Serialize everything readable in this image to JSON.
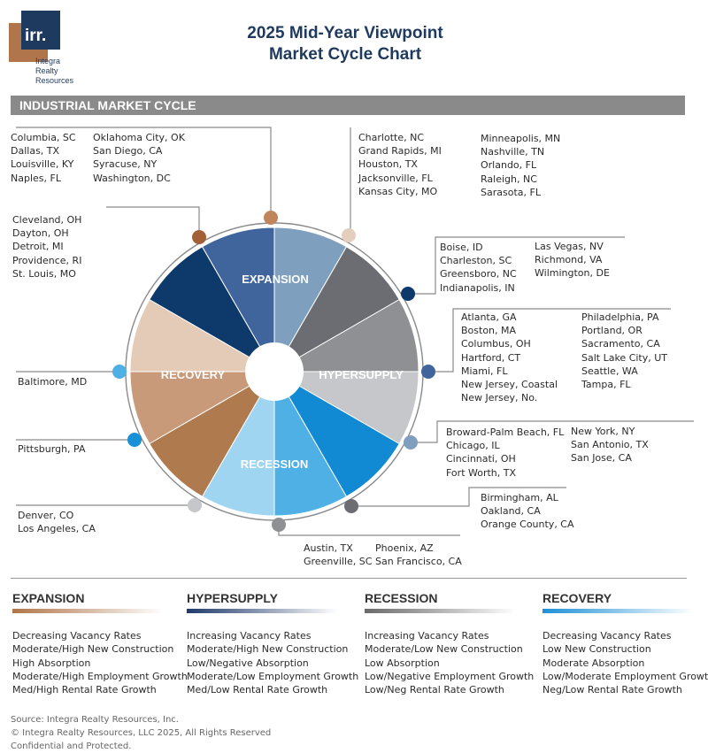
{
  "logo": {
    "mark": "irr.",
    "lines": [
      "Integra",
      "Realty",
      "Resources"
    ]
  },
  "header": {
    "title_line1": "2025 Mid-Year Viewpoint",
    "title_line2": "Market Cycle Chart"
  },
  "banner": "INDUSTRIAL MARKET CYCLE",
  "phase_labels": {
    "expansion": "EXPANSION",
    "hypersupply": "HYPERSUPPLY",
    "recession": "RECESSION",
    "recovery": "RECOVERY"
  },
  "market_groups": {
    "top_left_a": [
      "Columbia, SC",
      "Dallas, TX",
      "Louisville, KY",
      "Naples, FL"
    ],
    "top_left_b": [
      "Oklahoma City, OK",
      "San Diego, CA",
      "Syracuse, NY",
      "Washington, DC"
    ],
    "top_right_a": [
      "Charlotte, NC",
      "Grand Rapids, MI",
      "Houston, TX",
      "Jacksonville, FL",
      "Kansas City, MO"
    ],
    "top_right_b": [
      "Minneapolis, MN",
      "Nashville, TN",
      "Orlando, FL",
      "Raleigh, NC",
      "Sarasota, FL"
    ],
    "left_mid": [
      "Cleveland, OH",
      "Dayton, OH",
      "Detroit, MI",
      "Providence, RI",
      "St. Louis, MO"
    ],
    "right_1a": [
      "Boise, ID",
      "Charleston, SC",
      "Greensboro, NC",
      "Indianapolis, IN"
    ],
    "right_1b": [
      "Las Vegas, NV",
      "Richmond, VA",
      "Wilmington, DE"
    ],
    "right_2a": [
      "Atlanta, GA",
      "Boston, MA",
      "Columbus, OH",
      "Hartford, CT",
      "Miami, FL",
      "New Jersey, Coastal",
      "New Jersey, No."
    ],
    "right_2b": [
      "Philadelphia, PA",
      "Portland, OR",
      "Sacramento, CA",
      "Salt Lake City, UT",
      "Seattle, WA",
      "Tampa, FL"
    ],
    "left_baltimore": [
      "Baltimore, MD"
    ],
    "left_pittsburgh": [
      "Pittsburgh, PA"
    ],
    "right_3a": [
      "Broward-Palm Beach, FL",
      "Chicago, IL",
      "Cincinnati, OH",
      "Fort Worth, TX"
    ],
    "right_3b": [
      "New York, NY",
      "San Antonio, TX",
      "San Jose, CA"
    ],
    "right_4": [
      "Birmingham, AL",
      "Oakland, CA",
      "Orange County, CA"
    ],
    "left_bottom": [
      "Denver, CO",
      "Los Angeles, CA"
    ],
    "bottom_a": [
      "Austin, TX",
      "Greenville, SC"
    ],
    "bottom_b": [
      "Phoenix, AZ",
      "San Francisco, CA"
    ]
  },
  "legend": [
    {
      "name": "EXPANSION",
      "color": "#b0754a",
      "items": [
        "Decreasing Vacancy Rates",
        "Moderate/High New Construction",
        "High Absorption",
        "Moderate/High Employment Growth",
        "Med/High Rental Rate Growth"
      ]
    },
    {
      "name": "HYPERSUPPLY",
      "color": "#1f3a6b",
      "items": [
        "Increasing Vacancy Rates",
        "Moderate/High New Construction",
        "Low/Negative Absorption",
        "Moderate/Low Employment Growth",
        "Med/Low Rental Rate Growth"
      ]
    },
    {
      "name": "RECESSION",
      "color": "#6a6a6a",
      "items": [
        "Increasing Vacancy Rates",
        "Moderate/Low New Construction",
        "Low Absorption",
        "Low/Negative Employment Growth",
        "Low/Neg Rental Rate Growth"
      ]
    },
    {
      "name": "RECOVERY",
      "color": "#1e90d6",
      "items": [
        "Decreasing Vacancy Rates",
        "Low New Construction",
        "Moderate Absorption",
        "Low/Moderate Employment Growth",
        "Neg/Low Rental Rate Growth"
      ]
    }
  ],
  "footer": [
    "Source: Integra Realty Resources, Inc.",
    "© Integra Realty Resources, LLC 2025, All Rights Reserved",
    "Confidential and Protected."
  ],
  "colors": {
    "slices": [
      "#c89a7a",
      "#e3cbb8",
      "#0e3a6b",
      "#3f659c",
      "#7e9fbd",
      "#6b6d72",
      "#8f9094",
      "#c5c7ca",
      "#1189d3",
      "#4eb0e4",
      "#9fd5f0",
      "#b07a4f"
    ],
    "dots": [
      "#c1855d",
      "#e4cfbe",
      "#0e3a6b",
      "#3f659c",
      "#7e9fbd",
      "#6b6d72",
      "#8f9094",
      "#c5c7ca",
      "#1a90d6",
      "#4eb0e4",
      "#a45f36"
    ]
  }
}
